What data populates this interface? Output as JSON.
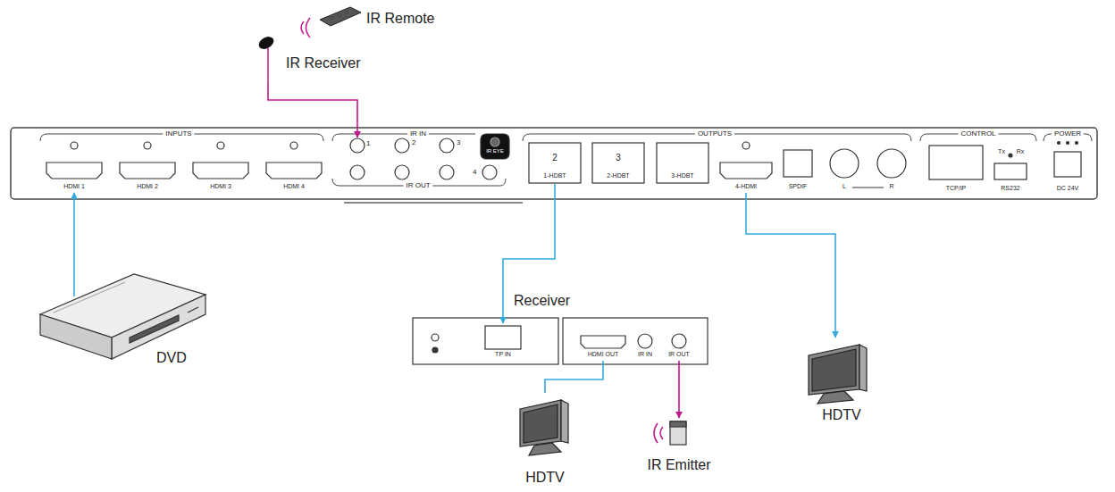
{
  "diagram": {
    "nodes": [
      {
        "text": [
          "INPUTS"
        ]
      },
      {
        "text": [
          "HDMI 1"
        ],
        "in": 0
      },
      {
        "text": [
          "HDMI 2"
        ],
        "in": 0
      },
      {
        "text": [
          "HDMI 3"
        ],
        "in": 0
      },
      {
        "text": [
          "HDMI 4"
        ],
        "in": 0
      },
      {
        "text": [
          "IR IN",
          "IR OUT"
        ]
      },
      {
        "text": [
          "1"
        ],
        "in": 5
      },
      {
        "text": [
          "IR EYE"
        ],
        "in": 5
      },
      {
        "text": [
          "OUTPUTS"
        ]
      },
      {
        "text": [
          "2",
          "1-HDBT"
        ],
        "in": 8
      },
      {
        "text": [
          "3",
          "2-HDBT"
        ],
        "in": 8
      },
      {
        "text": [
          "3-HDBT"
        ],
        "in": 8
      },
      {
        "text": [
          "4-HDMI"
        ],
        "in": 8
      },
      {
        "text": [
          "CONTROL"
        ]
      },
      {
        "text": [
          "POWER"
        ]
      },
      {
        "text": [
          "IR Remote"
        ]
      },
      {
        "text": [
          "IR Receiver"
        ]
      },
      {
        "text": [
          "DVD"
        ]
      },
      {
        "text": [
          "Receiver"
        ]
      },
      {
        "text": [
          "TP IN"
        ],
        "in": 18
      },
      {
        "text": [
          "HDMI OUT"
        ],
        "in": 18
      },
      {
        "text": [
          "IR OUT"
        ],
        "in": 18
      },
      {
        "text": [
          "HDTV"
        ]
      },
      {
        "text": [
          "IR Emitter"
        ]
      },
      {
        "text": [
          "HDTV"
        ]
      }
    ],
    "edges": [
      {
        "from": 17,
        "to": 1,
        "arrow": "to"
      },
      {
        "from": 16,
        "to": 6,
        "arrow": "to"
      },
      {
        "from": 9,
        "to": 19,
        "arrow": "to"
      },
      {
        "from": 12,
        "to": 24,
        "arrow": "to"
      },
      {
        "from": 20,
        "to": 22,
        "arrow": "none"
      },
      {
        "from": 21,
        "to": 23,
        "arrow": "to"
      }
    ],
    "labels": [
      "2",
      "3",
      "4",
      "SPDIF",
      "L",
      "R",
      "TCP/IP",
      "RS232",
      "Tx",
      "Rx",
      "DC 24V",
      "IR IN"
    ]
  }
}
